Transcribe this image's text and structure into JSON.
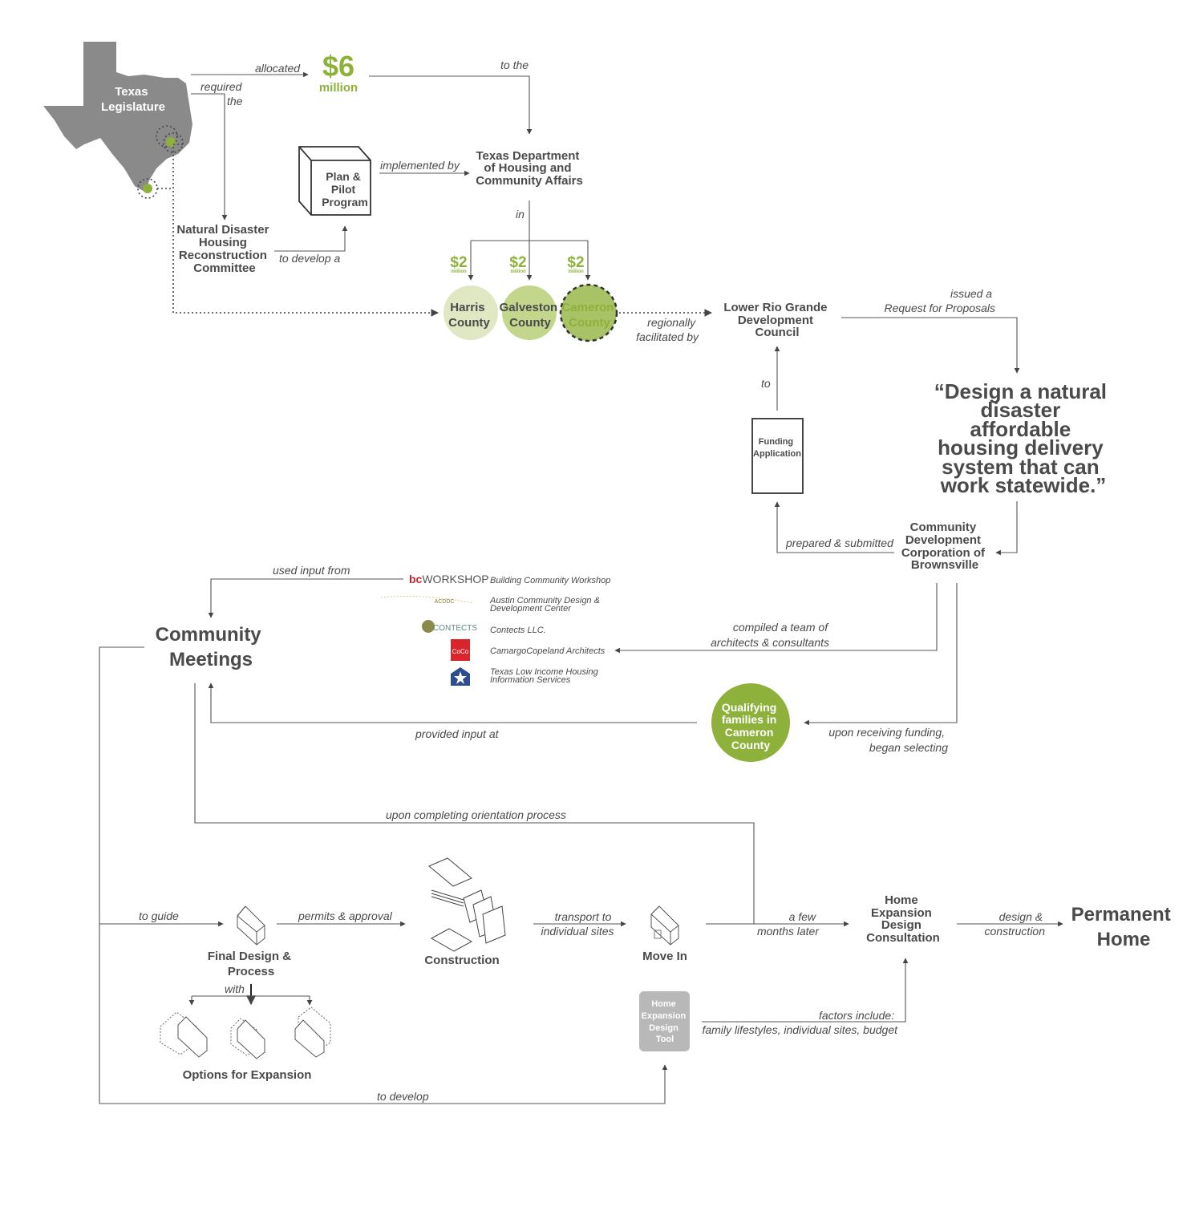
{
  "top": {
    "texas": [
      "Texas",
      "Legislature"
    ],
    "allocated": "allocated",
    "amount": "$6",
    "million": "million",
    "to_the": "to the",
    "required": "required",
    "the": "the",
    "committee": [
      "Natural Disaster",
      "Housing",
      "Reconstruction",
      "Committee"
    ],
    "to_develop_a": "to develop a",
    "plan": [
      "Plan &",
      "Pilot",
      "Program"
    ],
    "implemented_by": "implemented by",
    "tdhca": [
      "Texas Department",
      "of Housing and",
      "Community Affairs"
    ],
    "in": "in"
  },
  "counties": {
    "amount": "$2",
    "million": "million",
    "harris": [
      "Harris",
      "County"
    ],
    "galveston": [
      "Galveston",
      "County"
    ],
    "cameron": [
      "Cameron",
      "County"
    ],
    "regionally": [
      "regionally",
      "facilitated by"
    ]
  },
  "lrgdc": {
    "name": [
      "Lower Rio Grande",
      "Development",
      "Council"
    ],
    "issued": [
      "issued a",
      "Request for Proposals"
    ],
    "to": "to",
    "funding": [
      "Funding",
      "Application"
    ],
    "prepared": "prepared & submitted"
  },
  "quote": [
    "“Design a natural",
    "disaster",
    "affordable",
    "housing delivery",
    "system that can",
    "work statewide.”"
  ],
  "cdcb": [
    "Community",
    "Development",
    "Corporation of",
    "Brownsville"
  ],
  "team": {
    "used_input": "used input from",
    "compiled": [
      "compiled a team of",
      "architects & consultants"
    ],
    "bc_logo": [
      "bc",
      "WORKSHOP"
    ],
    "acddc_logo": "ACDDC",
    "contects_logo": "CONTECTS",
    "coco_logo": "CoCo",
    "members": [
      [
        "Building Community Workshop"
      ],
      [
        "Austin Community Design &",
        "Development Center"
      ],
      [
        "Contects LLC."
      ],
      [
        "CamargoCopeland Architects"
      ],
      [
        "Texas Low Income Housing",
        "Information Services"
      ]
    ]
  },
  "community": {
    "title": [
      "Community",
      "Meetings"
    ],
    "families": [
      "Qualifying",
      "families in",
      "Cameron",
      "County"
    ],
    "provided": "provided input at",
    "upon_funding": [
      "upon receiving funding,",
      "began selecting"
    ],
    "orientation": "upon completing orientation process"
  },
  "bottom": {
    "to_guide": "to guide",
    "final": [
      "Final Design &",
      "Process"
    ],
    "permits": "permits  & approval",
    "construction": "Construction",
    "transport": [
      "transport to",
      "individual sites"
    ],
    "move_in": "Move In",
    "few": [
      "a few",
      "months later"
    ],
    "consult": [
      "Home",
      "Expansion",
      "Design",
      "Consultation"
    ],
    "design_construction": [
      "design &",
      "construction"
    ],
    "permanent": [
      "Permanent",
      "Home"
    ],
    "with": "with",
    "options": "Options for Expansion",
    "tool": [
      "Home",
      "Expansion",
      "Design",
      "Tool"
    ],
    "factors": [
      "factors include:",
      "family lifestyles, individual sites, budget"
    ],
    "to_develop": "to develop"
  },
  "colors": {
    "green": "#8db13a",
    "light_green": "#dfe8c2",
    "mid_green": "#c3d78c",
    "gray": "#8a8a8a",
    "tool_gray": "#b8b8b8"
  }
}
